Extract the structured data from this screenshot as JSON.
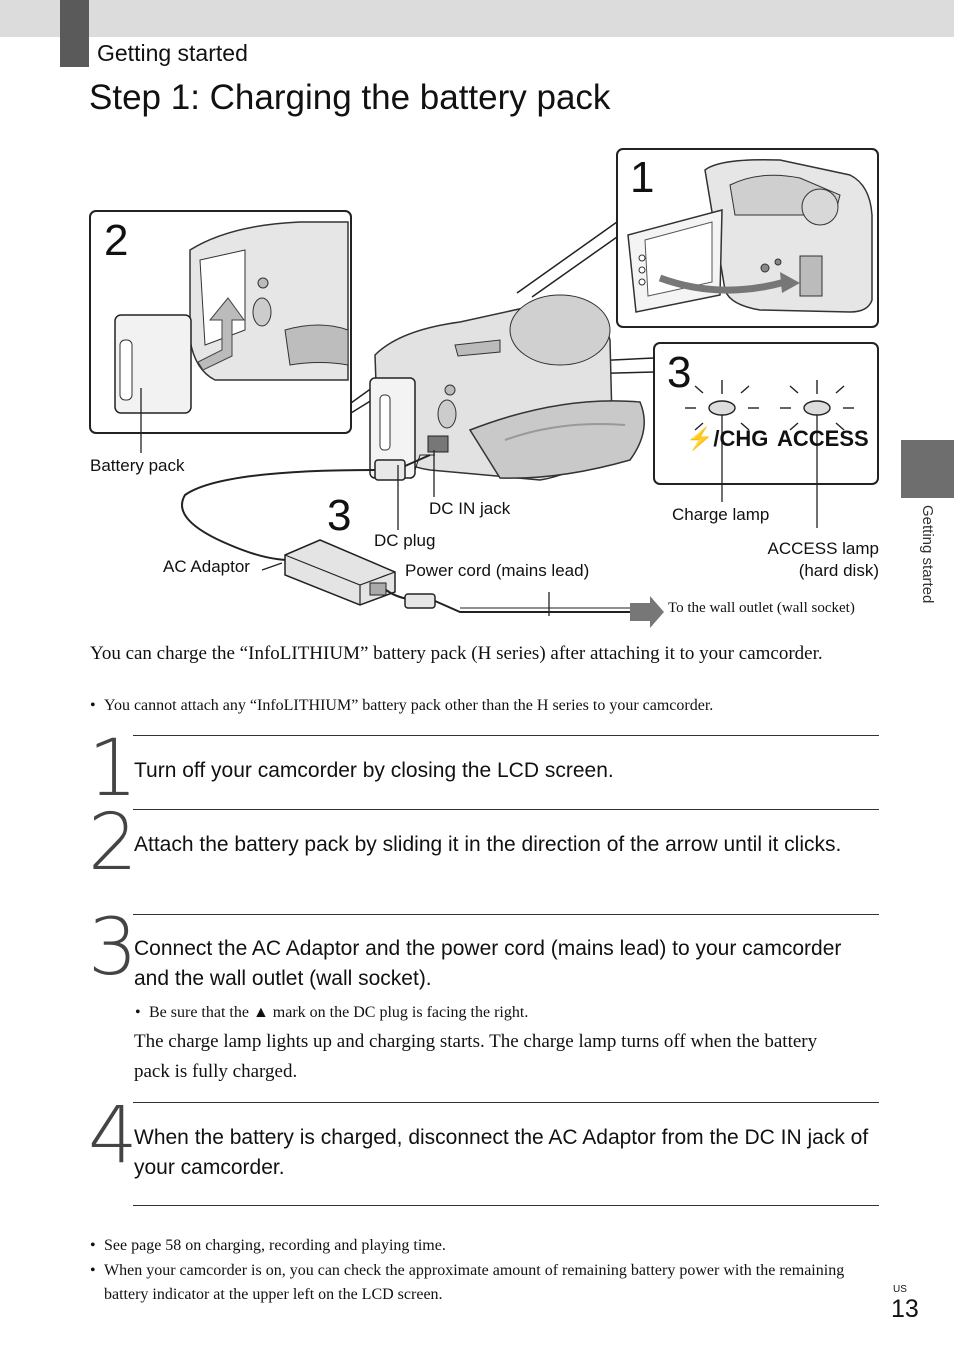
{
  "header": {
    "section": "Getting started",
    "title": "Step 1: Charging the battery pack"
  },
  "side_tab": {
    "label": "Getting started"
  },
  "figure": {
    "callouts": [
      "1",
      "2",
      "3",
      "3"
    ],
    "labels": {
      "battery_pack": "Battery pack",
      "dc_in_jack": "DC IN jack",
      "dc_plug": "DC plug",
      "ac_adaptor": "AC Adaptor",
      "power_cord": "Power cord (mains lead)",
      "charge_lamp": "Charge lamp",
      "access_lamp_1": "ACCESS lamp",
      "access_lamp_2": "(hard disk)",
      "wall_outlet": "To the wall outlet (wall socket)",
      "chg_indicator": "⚡/CHG",
      "access_indicator": "ACCESS"
    }
  },
  "intro": {
    "text": "You can charge the “InfoLITHIUM” battery pack (H series) after attaching it to your camcorder.",
    "note": "You cannot attach any “InfoLITHIUM” battery pack other than the H series to your camcorder."
  },
  "steps": [
    {
      "num": "1",
      "text": "Turn off your camcorder by closing the LCD screen."
    },
    {
      "num": "2",
      "text": "Attach the battery pack by sliding it in the direction of the arrow until it clicks."
    },
    {
      "num": "3",
      "text": "Connect the AC Adaptor and the power cord (mains lead) to your camcorder and the wall outlet (wall socket).",
      "note": "Be sure that the ▲ mark on the DC plug is facing the right.",
      "body": "The charge lamp lights up and charging starts. The charge lamp turns off when the battery pack is fully charged."
    },
    {
      "num": "4",
      "text": "When the battery is charged, disconnect the AC Adaptor from the DC IN jack of your camcorder."
    }
  ],
  "footnotes": [
    "See page 58 on charging, recording and playing time.",
    "When your camcorder is on, you can check the approximate amount of remaining battery power with the remaining battery indicator at the upper left on the LCD screen."
  ],
  "page": {
    "region": "US",
    "number": "13"
  },
  "bullet": "•"
}
